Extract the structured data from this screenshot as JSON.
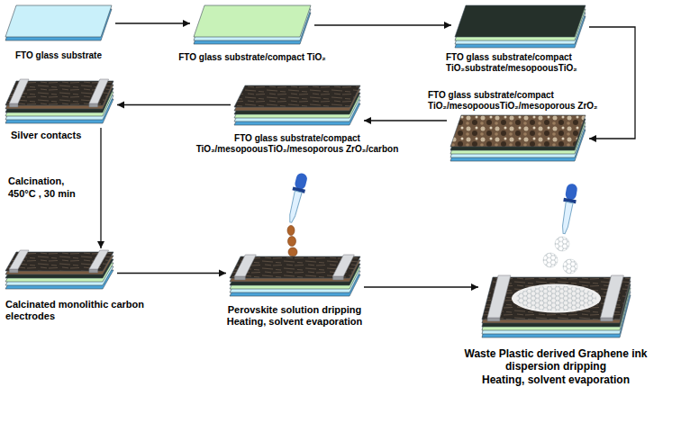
{
  "diagram": {
    "nodes": [
      {
        "text": [
          "FTO glass substrate"
        ]
      },
      {
        "text": [
          "FTO glass substrate/compact TiO₂"
        ]
      },
      {
        "text": [
          "FTO glass substrate/compact TiO₂substrate/mesopoousTiO₂"
        ]
      },
      {
        "text": [
          "FTO glass substrate/compact TiO₂/mesopoousTiO₂/mesoporous ZrO₂"
        ]
      },
      {
        "text": [
          "FTO glass substrate/compact TiO₂/mesopoousTiO₂/mesoporous ZrO₂/carbon"
        ]
      },
      {
        "text": [
          "Silver contacts"
        ]
      },
      {
        "text": [
          "Calcinated monolithic carbon electrodes"
        ]
      },
      {
        "text": [
          "Perovskite solution dripping",
          "Heating, solvent evaporation"
        ]
      },
      {
        "text": [
          "Waste Plastic derived Graphene ink dispersion dripping",
          "Heating, solvent evaporation"
        ]
      }
    ],
    "edges": [
      {
        "from": 0,
        "to": 1,
        "arrow": "to"
      },
      {
        "from": 1,
        "to": 2,
        "arrow": "to"
      },
      {
        "from": 2,
        "to": 3,
        "arrow": "to"
      },
      {
        "from": 3,
        "to": 4,
        "arrow": "to"
      },
      {
        "from": 4,
        "to": 5,
        "arrow": "to"
      },
      {
        "from": 5,
        "to": 6,
        "label": "Calcination, 450°C , 30 min",
        "arrow": "to"
      },
      {
        "from": 6,
        "to": 7,
        "arrow": "to"
      },
      {
        "from": 7,
        "to": 8,
        "arrow": "to"
      }
    ]
  }
}
